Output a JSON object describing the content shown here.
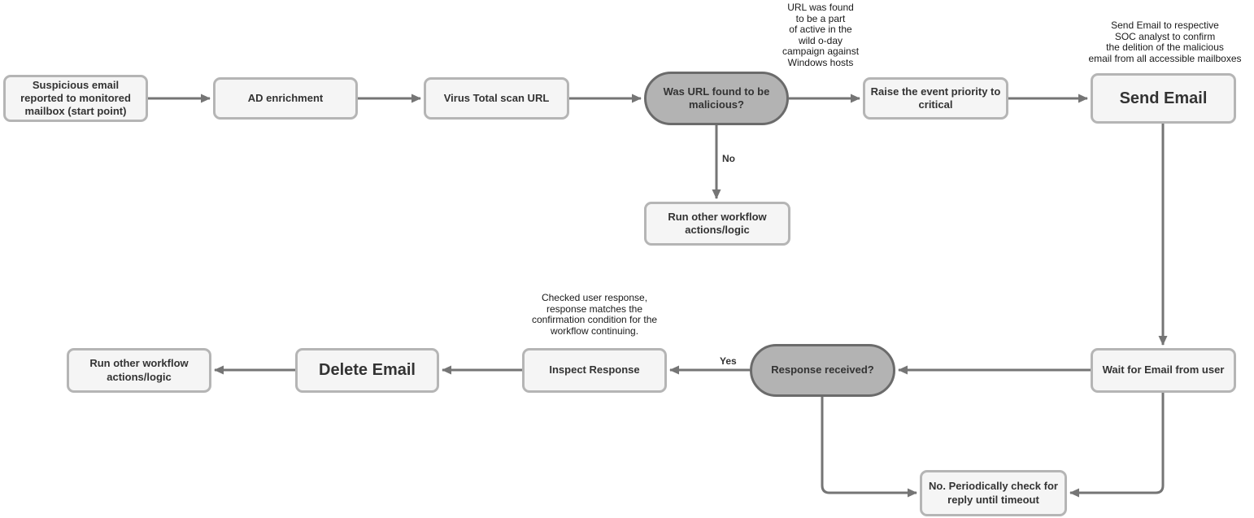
{
  "diagram": {
    "colors": {
      "background": "#ffffff",
      "node_fill": "#f5f5f5",
      "node_border": "#b5b5b5",
      "decision_fill": "#b3b3b3",
      "decision_border": "#6b6b6b",
      "arrow": "#757575",
      "text": "#333333"
    },
    "nodes": {
      "start": {
        "label": "Suspicious email reported to monitored mailbox (start point)",
        "type": "process"
      },
      "ad_enrichment": {
        "label": "AD enrichment",
        "type": "process"
      },
      "virus_total_scan": {
        "label": "Virus Total scan URL",
        "type": "process"
      },
      "url_malicious": {
        "label": "Was URL found to be malicious?",
        "type": "decision"
      },
      "raise_priority": {
        "label": "Raise the event priority to critical",
        "type": "process"
      },
      "send_email": {
        "label": "Send Email",
        "type": "process"
      },
      "run_other_workflow_no": {
        "label": "Run other workflow actions/logic",
        "type": "process"
      },
      "wait_for_email": {
        "label": "Wait for Email from user",
        "type": "process"
      },
      "response_received": {
        "label": "Response received?",
        "type": "decision"
      },
      "inspect_response": {
        "label": "Inspect Response",
        "type": "process"
      },
      "delete_email": {
        "label": "Delete Email",
        "type": "process"
      },
      "run_other_workflow_end": {
        "label": "Run other workflow actions/logic",
        "type": "process"
      },
      "periodic_check": {
        "label": "No. Periodically check for reply until timeout",
        "type": "process"
      }
    },
    "annotations": {
      "zero_day_note": "URL was found\nto be a part\nof active in the\nwild o-day\ncampaign against\nWindows hosts",
      "send_email_note": "Send Email to respective\nSOC analyst to confirm\nthe delition of the malicious\nemail from all accessible mailboxes",
      "inspect_note": "Checked user response,\nresponse matches the\nconfirmation condition for the\nworkflow continuing."
    },
    "edge_labels": {
      "no": "No",
      "yes": "Yes"
    },
    "edges": [
      {
        "from": "start",
        "to": "ad_enrichment",
        "label": ""
      },
      {
        "from": "ad_enrichment",
        "to": "virus_total_scan",
        "label": ""
      },
      {
        "from": "virus_total_scan",
        "to": "url_malicious",
        "label": ""
      },
      {
        "from": "url_malicious",
        "to": "raise_priority",
        "label": ""
      },
      {
        "from": "raise_priority",
        "to": "send_email",
        "label": ""
      },
      {
        "from": "url_malicious",
        "to": "run_other_workflow_no",
        "label": "No"
      },
      {
        "from": "send_email",
        "to": "wait_for_email",
        "label": ""
      },
      {
        "from": "wait_for_email",
        "to": "response_received",
        "label": ""
      },
      {
        "from": "response_received",
        "to": "inspect_response",
        "label": "Yes"
      },
      {
        "from": "inspect_response",
        "to": "delete_email",
        "label": ""
      },
      {
        "from": "delete_email",
        "to": "run_other_workflow_end",
        "label": ""
      },
      {
        "from": "response_received",
        "to": "periodic_check",
        "label": ""
      },
      {
        "from": "wait_for_email",
        "to": "periodic_check",
        "label": ""
      }
    ]
  }
}
